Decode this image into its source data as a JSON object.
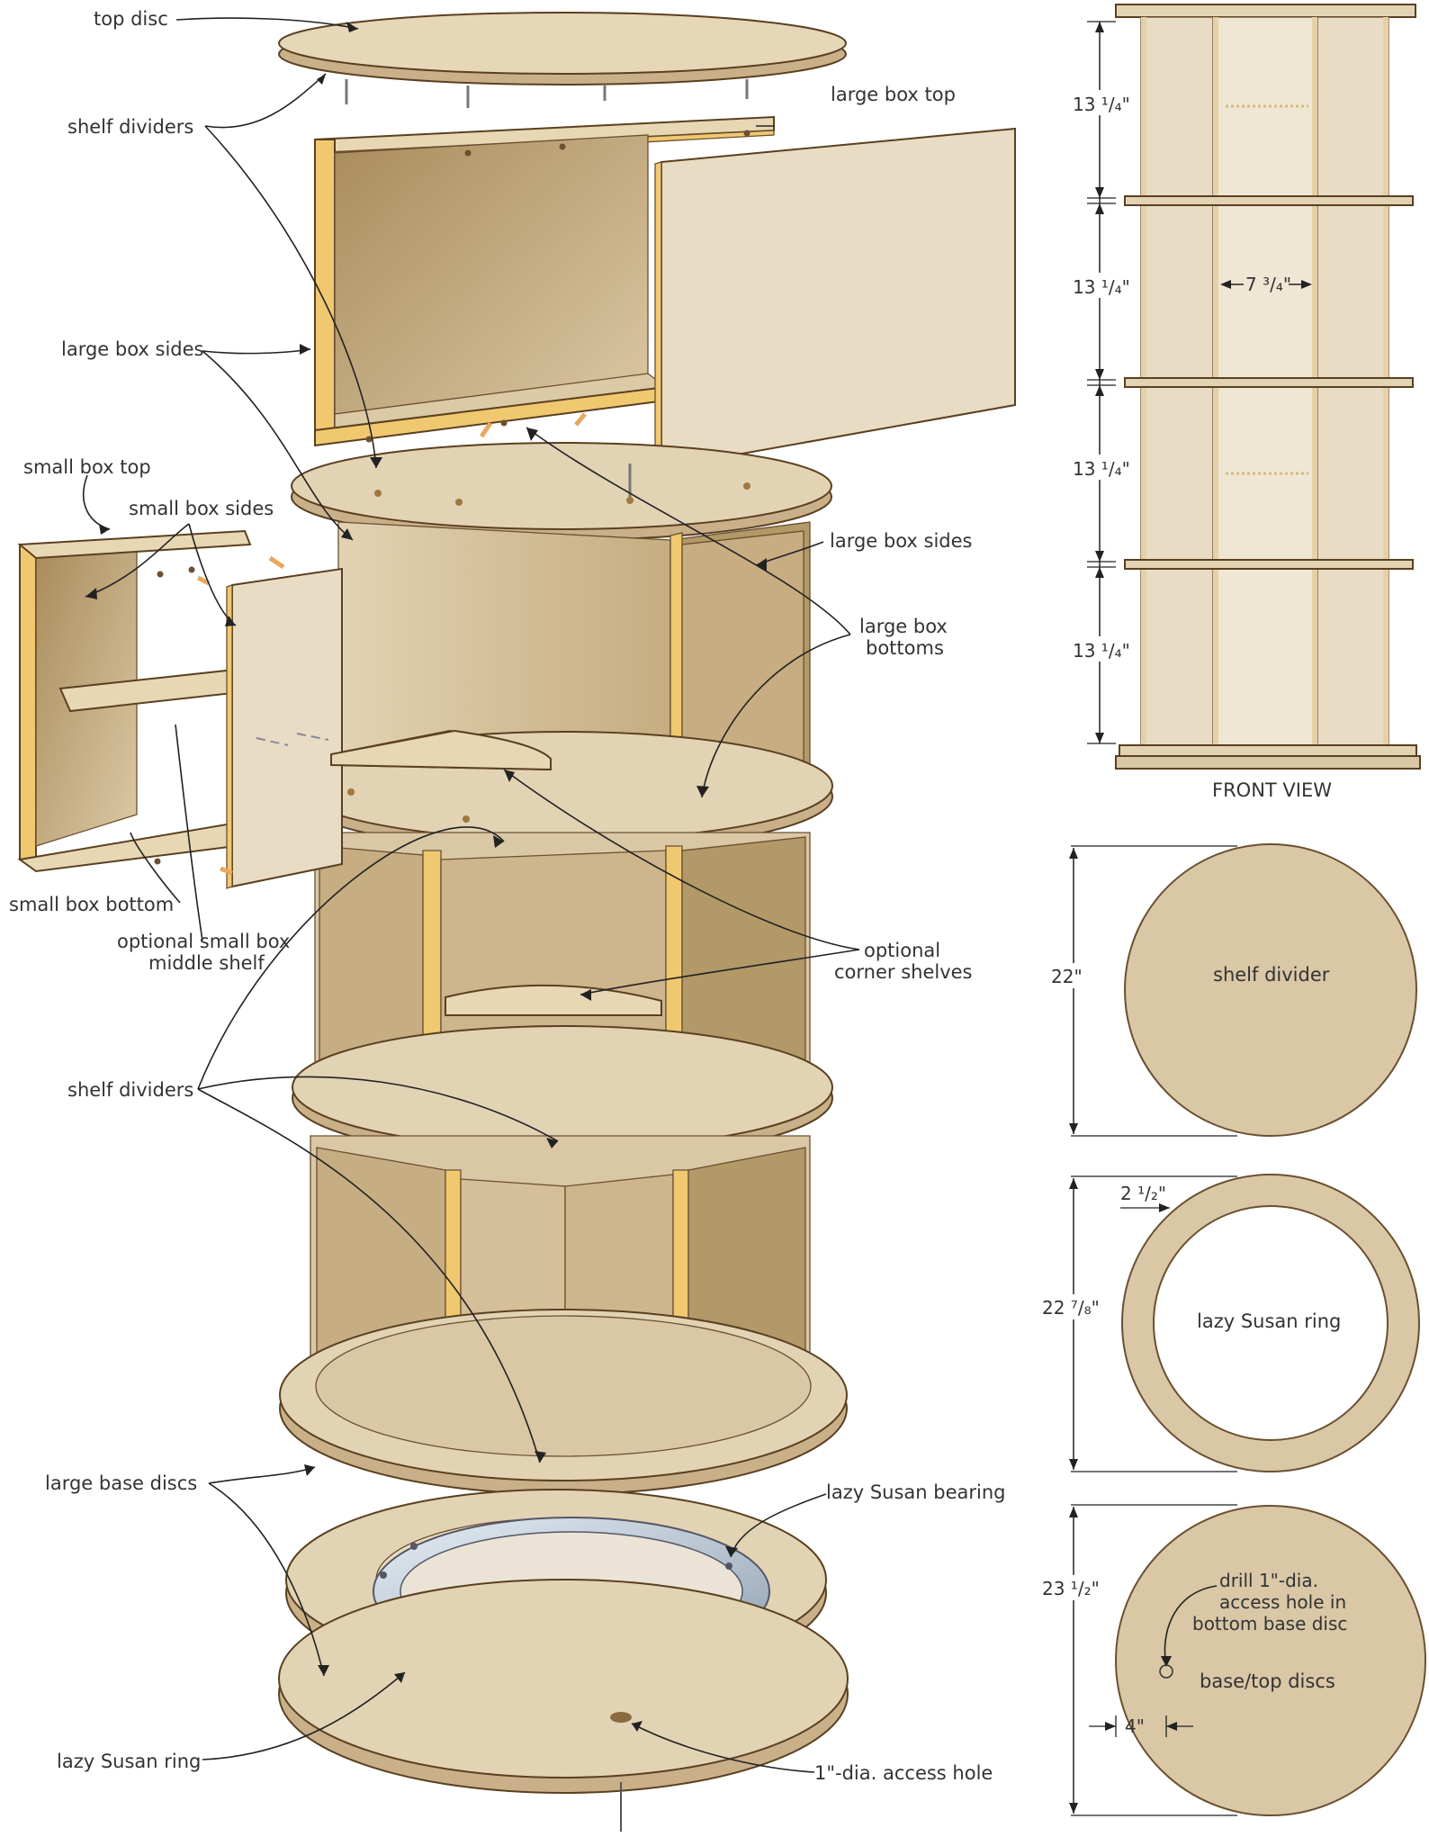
{
  "exploded_view": {
    "labels": {
      "top_disc": "top disc",
      "shelf_dividers_top": "shelf dividers",
      "large_box_top": "large box top",
      "large_box_sides_left": "large box sides",
      "small_box_top": "small box top",
      "small_box_sides": "small box sides",
      "large_box_sides_right": "large box sides",
      "large_box_bottoms_1": "large box",
      "large_box_bottoms_2": "bottoms",
      "small_box_bottom": "small box bottom",
      "optional_small_box_1": "optional small box",
      "optional_small_box_2": "middle shelf",
      "optional_corner_1": "optional",
      "optional_corner_2": "corner shelves",
      "shelf_dividers_mid": "shelf dividers",
      "large_base_discs": "large base discs",
      "lazy_susan_bearing": "lazy Susan bearing",
      "lazy_susan_ring": "lazy Susan ring",
      "access_hole": "1\"-dia. access hole"
    }
  },
  "front_view": {
    "caption": "FRONT VIEW",
    "heights": [
      "13 ¹/₄\"",
      "13 ¹/₄\"",
      "13 ¹/₄\"",
      "13 ¹/₄\""
    ],
    "width": "7 ³/₄\""
  },
  "shelf_divider": {
    "label": "shelf divider",
    "diameter": "22\""
  },
  "lazy_susan_ring_detail": {
    "label": "lazy Susan ring",
    "diameter": "22 ⁷/₈\"",
    "ring_width": "2 ¹/₂\""
  },
  "base_top_discs": {
    "label": "base/top discs",
    "diameter": "23 ¹/₂\"",
    "note_1": "drill 1\"-dia.",
    "note_2": "access hole in",
    "note_3": "bottom base disc",
    "offset": "4\""
  },
  "colors": {
    "wood_face": "#e8dcc4",
    "wood_dark": "#b39868",
    "wood_edge": "#f0c870",
    "interior": "#c9ad82",
    "disc": "#d9c7a6",
    "bearing": "#b8c4d0"
  }
}
